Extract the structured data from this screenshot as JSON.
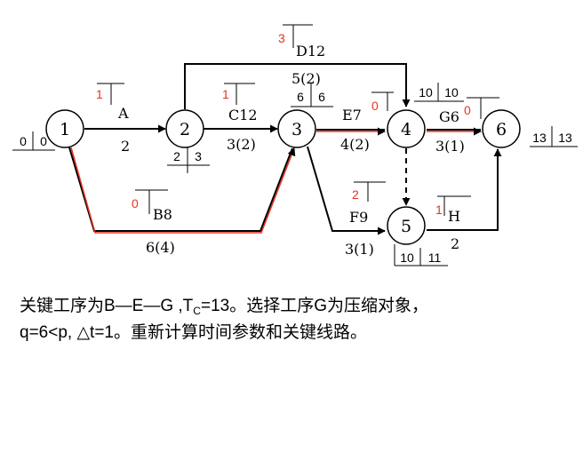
{
  "colors": {
    "line": "#000000",
    "critical": "#e8331e",
    "float_label": "#e8331e",
    "background": "#ffffff"
  },
  "nodes": [
    {
      "id": "1",
      "label": "1",
      "es": "0",
      "ef": "0"
    },
    {
      "id": "2",
      "label": "2",
      "es": "2",
      "ef": "3"
    },
    {
      "id": "3",
      "label": "3",
      "es": "6",
      "ef": "6"
    },
    {
      "id": "4",
      "label": "4",
      "es": "10",
      "ef": "10"
    },
    {
      "id": "5",
      "label": "5",
      "es": "10",
      "ef": "11"
    },
    {
      "id": "6",
      "label": "6",
      "es": "13",
      "ef": "13"
    }
  ],
  "activities": [
    {
      "id": "A",
      "from": "1",
      "to": "2",
      "name": "A",
      "duration": "2",
      "float": "1",
      "critical": false
    },
    {
      "id": "B",
      "from": "1",
      "to": "3",
      "name": "B8",
      "duration": "6(4)",
      "float": "0",
      "critical": true
    },
    {
      "id": "C",
      "from": "2",
      "to": "3",
      "name": "C12",
      "duration": "3(2)",
      "float": "1",
      "critical": false
    },
    {
      "id": "D",
      "from": "2",
      "to": "4",
      "name": "D12",
      "duration": "5(2)",
      "float": "3",
      "critical": false
    },
    {
      "id": "E",
      "from": "3",
      "to": "4",
      "name": "E7",
      "duration": "4(2)",
      "float": "0",
      "critical": true
    },
    {
      "id": "F",
      "from": "3",
      "to": "5",
      "name": "F9",
      "duration": "3(1)",
      "float": "2",
      "critical": false
    },
    {
      "id": "G",
      "from": "4",
      "to": "6",
      "name": "G6",
      "duration": "3(1)",
      "float": "0",
      "critical": true
    },
    {
      "id": "H",
      "from": "5",
      "to": "6",
      "name": "H",
      "duration": "2",
      "float": "1",
      "critical": false
    },
    {
      "id": "X",
      "from": "4",
      "to": "5",
      "name": "",
      "duration": "",
      "float": "",
      "critical": false,
      "dummy": true
    }
  ],
  "caption": {
    "line1_prefix": "关键工序为B—E—G ,T",
    "line1_sub": "C",
    "line1_suffix": "=13。选择工序G为压缩对象，",
    "line2": "q=6<p, △t=1。重新计算时间参数和关键线路。"
  }
}
